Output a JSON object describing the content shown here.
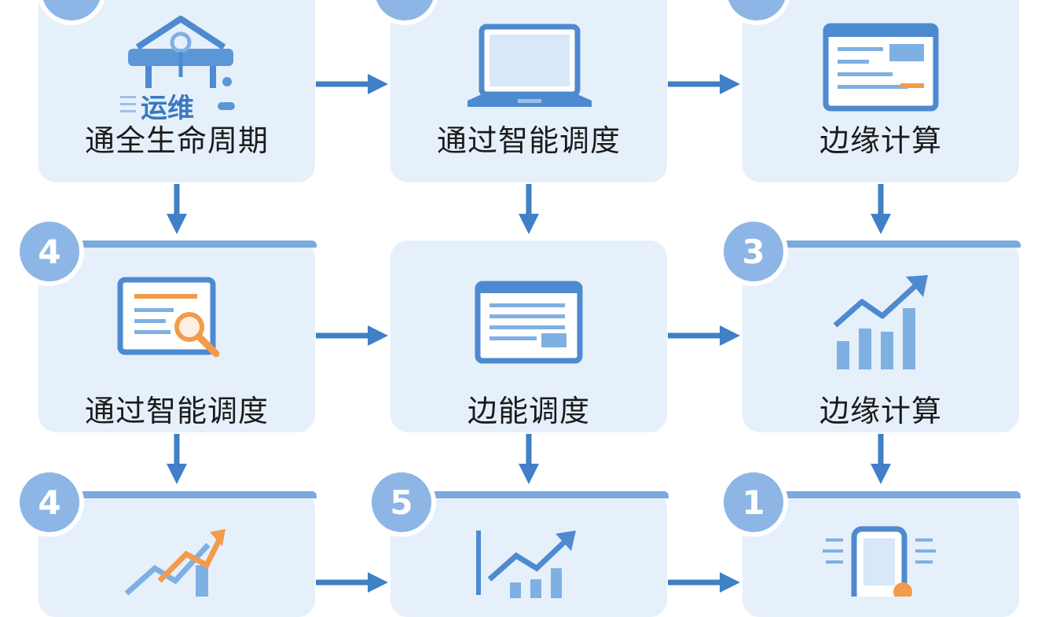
{
  "steps": [
    {
      "badge": "",
      "label": "通全生命周期",
      "sub": "运维",
      "icon": "house-ops-icon"
    },
    {
      "badge": "",
      "label": "通过智能调度",
      "icon": "laptop-icon"
    },
    {
      "badge": "",
      "label": "边缘计算",
      "icon": "window-dashboard-icon"
    },
    {
      "badge": "4",
      "label": "通过智能调度",
      "icon": "report-search-icon"
    },
    {
      "badge": "",
      "label": "边能调度",
      "icon": "document-window-icon"
    },
    {
      "badge": "3",
      "label": "边缘计算",
      "icon": "growth-bar-chart-icon"
    },
    {
      "badge": "4",
      "label": "",
      "icon": "growth-chart-icon"
    },
    {
      "badge": "5",
      "label": "",
      "icon": "line-chart-icon"
    },
    {
      "badge": "1",
      "label": "",
      "icon": "mobile-phone-icon"
    }
  ],
  "colors": {
    "card": "#e6f0fb",
    "badge": "#8db6e6",
    "arrow": "#3f80c6",
    "accent": "#f29b4b"
  }
}
